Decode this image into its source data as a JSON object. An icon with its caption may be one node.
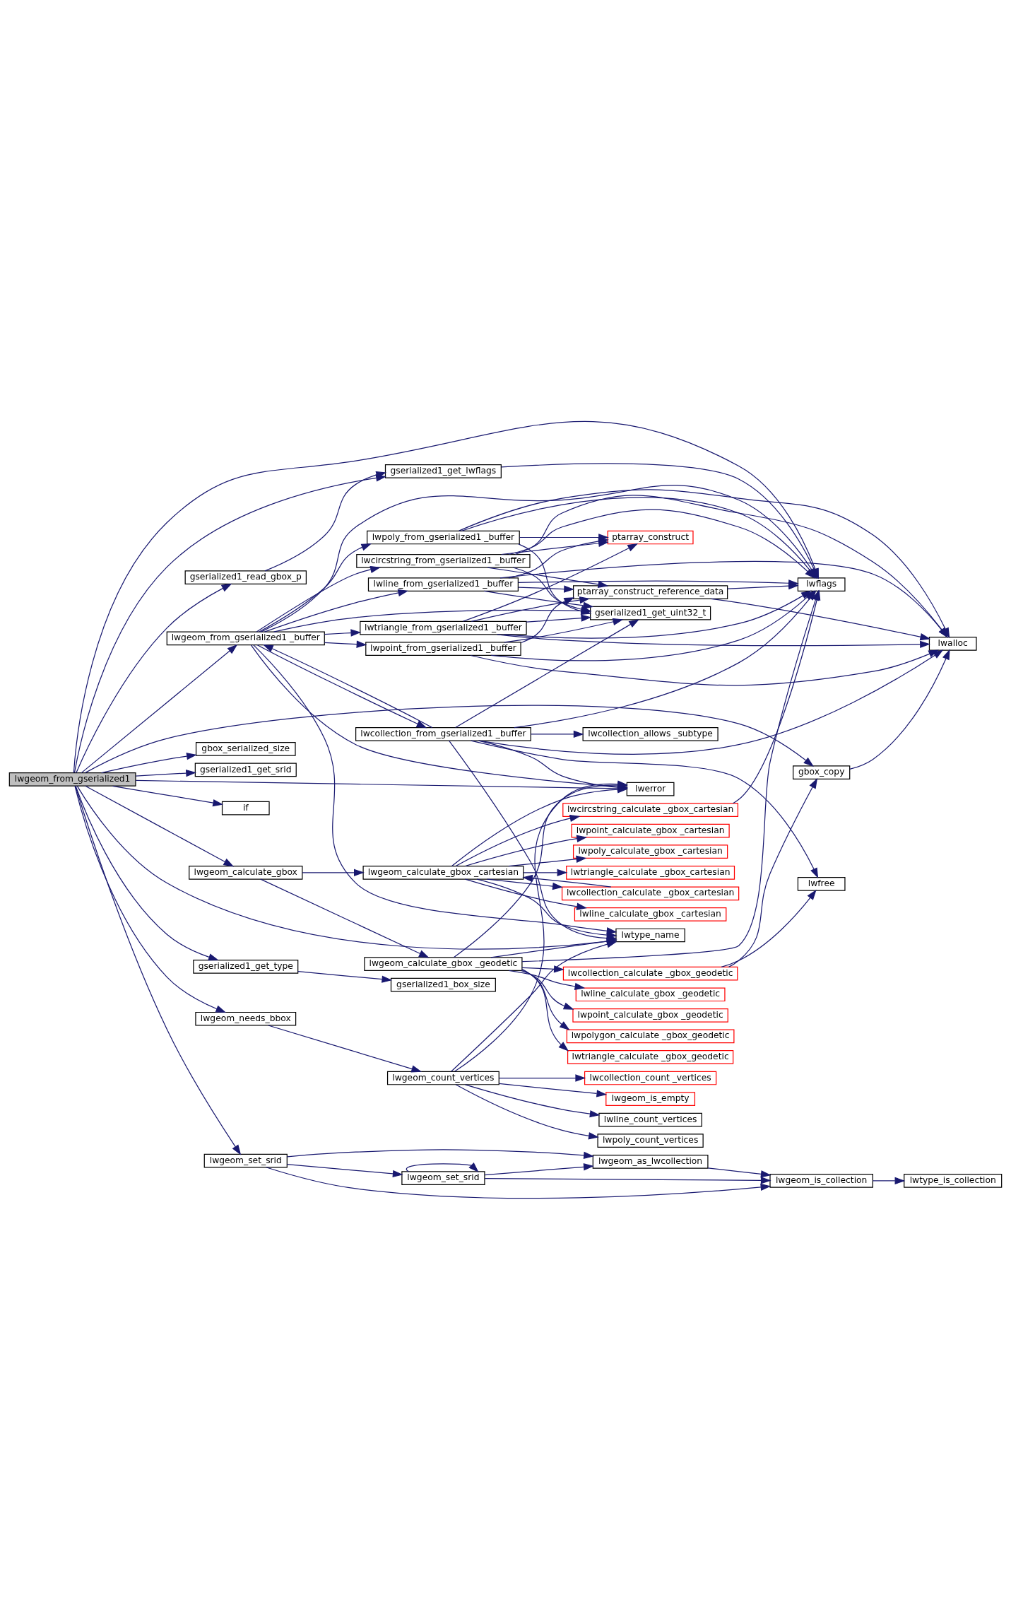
{
  "diagram": {
    "nodes": [
      {
        "text": [
          "lwgeom_from_gserialized1"
        ]
      },
      {
        "text": [
          "gserialized1_get_lwflags"
        ]
      },
      {
        "text": [
          "gserialized1_read_gbox_p"
        ]
      },
      {
        "text": [
          "lwgeom_from_gserialized1 _buffer"
        ]
      },
      {
        "text": [
          "lwgeom_calculate_gbox"
        ]
      },
      {
        "text": [
          "lwgeom_needs_bbox"
        ]
      },
      {
        "text": [
          "gbox_serialized_size"
        ]
      },
      {
        "text": [
          "gserialized1_get_srid"
        ]
      },
      {
        "text": [
          "gserialized1_get_type"
        ]
      },
      {
        "text": [
          "if"
        ]
      },
      {
        "text": [
          "lwgeom_set_srid"
        ]
      },
      {
        "text": [
          "lwcircstring_from_gserialized1 _buffer"
        ]
      },
      {
        "text": [
          "lwline_from_gserialized1 _buffer"
        ]
      },
      {
        "text": [
          "lwpoint_from_gserialized1 _buffer"
        ]
      },
      {
        "text": [
          "lwtriangle_from_gserialized1 _buffer"
        ]
      },
      {
        "text": [
          "lwpoly_from_gserialized1 _buffer"
        ]
      },
      {
        "text": [
          "lwcollection_from_gserialized1 _buffer"
        ]
      },
      {
        "text": [
          "lwgeom_calculate_gbox _cartesian"
        ]
      },
      {
        "text": [
          "lwgeom_calculate_gbox _geodetic"
        ]
      },
      {
        "text": [
          "lwgeom_count_vertices"
        ]
      },
      {
        "text": [
          "gserialized1_box_size"
        ]
      },
      {
        "text": [
          "lwgeom_set_srid"
        ]
      },
      {
        "text": [
          "ptarray_construct"
        ]
      },
      {
        "text": [
          "ptarray_construct_reference_data"
        ]
      },
      {
        "text": [
          "gserialized1_get_uint32_t"
        ]
      },
      {
        "text": [
          "lwflags"
        ]
      },
      {
        "text": [
          "lwalloc"
        ]
      },
      {
        "text": [
          "lwcollection_allows _subtype"
        ]
      },
      {
        "text": [
          "lwerror"
        ]
      },
      {
        "text": [
          "lwtype_name"
        ]
      },
      {
        "text": [
          "lwfree"
        ]
      },
      {
        "text": [
          "lwcircstring_calculate _gbox_cartesian"
        ]
      },
      {
        "text": [
          "lwpoint_calculate_gbox _cartesian"
        ]
      },
      {
        "text": [
          "lwpoly_calculate_gbox _cartesian"
        ]
      },
      {
        "text": [
          "lwtriangle_calculate _gbox_cartesian"
        ]
      },
      {
        "text": [
          "lwcollection_calculate _gbox_cartesian"
        ]
      },
      {
        "text": [
          "lwline_calculate_gbox _cartesian"
        ]
      },
      {
        "text": [
          "lwcollection_calculate _gbox_geodetic"
        ]
      },
      {
        "text": [
          "lwline_calculate_gbox _geodetic"
        ]
      },
      {
        "text": [
          "lwpoint_calculate_gbox _geodetic"
        ]
      },
      {
        "text": [
          "lwpolygon_calculate _gbox_geodetic"
        ]
      },
      {
        "text": [
          "lwtriangle_calculate _gbox_geodetic"
        ]
      },
      {
        "text": [
          "gbox_copy"
        ]
      },
      {
        "text": [
          "lwline_count_vertices"
        ]
      },
      {
        "text": [
          "lwpoly_count_vertices"
        ]
      },
      {
        "text": [
          "lwcollection_count _vertices"
        ]
      },
      {
        "text": [
          "lwgeom_is_empty"
        ]
      },
      {
        "text": [
          "lwgeom_is_collection"
        ]
      },
      {
        "text": [
          "lwtype_is_collection"
        ]
      },
      {
        "text": [
          "lwgeom_as_lwcollection"
        ]
      }
    ],
    "edges": [
      {
        "from": 0,
        "to": 1,
        "arrow": "to"
      },
      {
        "from": 0,
        "to": 2,
        "arrow": "to"
      },
      {
        "from": 0,
        "to": 25,
        "arrow": "to"
      },
      {
        "from": 0,
        "to": 3,
        "arrow": "to"
      },
      {
        "from": 0,
        "to": 28,
        "arrow": "to"
      },
      {
        "from": 0,
        "to": 29,
        "arrow": "to"
      },
      {
        "from": 0,
        "to": 4,
        "arrow": "to"
      },
      {
        "from": 0,
        "to": 42,
        "arrow": "to"
      },
      {
        "from": 0,
        "to": 5,
        "arrow": "to"
      },
      {
        "from": 0,
        "to": 6,
        "arrow": "to"
      },
      {
        "from": 0,
        "to": 7,
        "arrow": "to"
      },
      {
        "from": 0,
        "to": 8,
        "arrow": "to"
      },
      {
        "from": 0,
        "to": 9,
        "arrow": "to"
      },
      {
        "from": 0,
        "to": 10,
        "arrow": "to"
      },
      {
        "from": 2,
        "to": 1,
        "arrow": "to"
      },
      {
        "from": 1,
        "to": 25,
        "arrow": "to"
      },
      {
        "from": 3,
        "to": 11,
        "arrow": "to"
      },
      {
        "from": 3,
        "to": 12,
        "arrow": "to"
      },
      {
        "from": 3,
        "to": 13,
        "arrow": "to"
      },
      {
        "from": 3,
        "to": 24,
        "arrow": "to"
      },
      {
        "from": 3,
        "to": 14,
        "arrow": "to"
      },
      {
        "from": 3,
        "to": 15,
        "arrow": "to"
      },
      {
        "from": 3,
        "to": 25,
        "arrow": "to"
      },
      {
        "from": 3,
        "to": 16,
        "arrow": "to"
      },
      {
        "from": 3,
        "to": 28,
        "arrow": "to"
      },
      {
        "from": 3,
        "to": 29,
        "arrow": "to"
      },
      {
        "from": 16,
        "to": 3,
        "arrow": "to"
      },
      {
        "from": 11,
        "to": 22,
        "arrow": "to"
      },
      {
        "from": 11,
        "to": 23,
        "arrow": "to"
      },
      {
        "from": 11,
        "to": 24,
        "arrow": "to"
      },
      {
        "from": 11,
        "to": 25,
        "arrow": "to"
      },
      {
        "from": 11,
        "to": 26,
        "arrow": "to"
      },
      {
        "from": 12,
        "to": 22,
        "arrow": "to"
      },
      {
        "from": 12,
        "to": 23,
        "arrow": "to"
      },
      {
        "from": 12,
        "to": 24,
        "arrow": "to"
      },
      {
        "from": 12,
        "to": 25,
        "arrow": "to"
      },
      {
        "from": 12,
        "to": 26,
        "arrow": "to"
      },
      {
        "from": 13,
        "to": 23,
        "arrow": "to"
      },
      {
        "from": 13,
        "to": 24,
        "arrow": "to"
      },
      {
        "from": 13,
        "to": 25,
        "arrow": "to"
      },
      {
        "from": 13,
        "to": 26,
        "arrow": "to"
      },
      {
        "from": 14,
        "to": 22,
        "arrow": "to"
      },
      {
        "from": 14,
        "to": 23,
        "arrow": "to"
      },
      {
        "from": 14,
        "to": 24,
        "arrow": "to"
      },
      {
        "from": 14,
        "to": 25,
        "arrow": "to"
      },
      {
        "from": 14,
        "to": 26,
        "arrow": "to"
      },
      {
        "from": 15,
        "to": 22,
        "arrow": "to"
      },
      {
        "from": 15,
        "to": 24,
        "arrow": "to"
      },
      {
        "from": 15,
        "to": 25,
        "arrow": "to"
      },
      {
        "from": 15,
        "to": 26,
        "arrow": "to"
      },
      {
        "from": 16,
        "to": 24,
        "arrow": "to"
      },
      {
        "from": 16,
        "to": 25,
        "arrow": "to"
      },
      {
        "from": 16,
        "to": 27,
        "arrow": "to"
      },
      {
        "from": 16,
        "to": 26,
        "arrow": "to"
      },
      {
        "from": 16,
        "to": 28,
        "arrow": "to"
      },
      {
        "from": 16,
        "to": 29,
        "arrow": "to"
      },
      {
        "from": 16,
        "to": 30,
        "arrow": "to"
      },
      {
        "from": 23,
        "to": 25,
        "arrow": "to"
      },
      {
        "from": 23,
        "to": 26,
        "arrow": "to"
      },
      {
        "from": 4,
        "to": 17,
        "arrow": "to"
      },
      {
        "from": 4,
        "to": 18,
        "arrow": "to"
      },
      {
        "from": 17,
        "to": 28,
        "arrow": "to"
      },
      {
        "from": 17,
        "to": 29,
        "arrow": "to"
      },
      {
        "from": 17,
        "to": 31,
        "arrow": "to"
      },
      {
        "from": 17,
        "to": 32,
        "arrow": "to"
      },
      {
        "from": 17,
        "to": 33,
        "arrow": "to"
      },
      {
        "from": 17,
        "to": 34,
        "arrow": "to"
      },
      {
        "from": 17,
        "to": 35,
        "arrow": "to"
      },
      {
        "from": 17,
        "to": 36,
        "arrow": "to"
      },
      {
        "from": 35,
        "to": 17,
        "arrow": "to"
      },
      {
        "from": 31,
        "to": 25,
        "arrow": "to"
      },
      {
        "from": 18,
        "to": 25,
        "arrow": "to"
      },
      {
        "from": 18,
        "to": 28,
        "arrow": "to"
      },
      {
        "from": 18,
        "to": 29,
        "arrow": "to"
      },
      {
        "from": 18,
        "to": 37,
        "arrow": "to"
      },
      {
        "from": 18,
        "to": 38,
        "arrow": "to"
      },
      {
        "from": 18,
        "to": 39,
        "arrow": "to"
      },
      {
        "from": 18,
        "to": 40,
        "arrow": "to"
      },
      {
        "from": 18,
        "to": 41,
        "arrow": "to"
      },
      {
        "from": 37,
        "to": 42,
        "arrow": "to"
      },
      {
        "from": 37,
        "to": 30,
        "arrow": "to"
      },
      {
        "from": 42,
        "to": 26,
        "arrow": "to"
      },
      {
        "from": 5,
        "to": 19,
        "arrow": "to"
      },
      {
        "from": 19,
        "to": 28,
        "arrow": "to"
      },
      {
        "from": 19,
        "to": 29,
        "arrow": "to"
      },
      {
        "from": 19,
        "to": 43,
        "arrow": "to"
      },
      {
        "from": 19,
        "to": 44,
        "arrow": "to"
      },
      {
        "from": 19,
        "to": 45,
        "arrow": "to"
      },
      {
        "from": 19,
        "to": 46,
        "arrow": "to"
      },
      {
        "from": 8,
        "to": 20,
        "arrow": "to"
      },
      {
        "from": 10,
        "to": 47,
        "arrow": "to"
      },
      {
        "from": 10,
        "to": 21,
        "arrow": "to"
      },
      {
        "from": 10,
        "to": 49,
        "arrow": "to"
      },
      {
        "from": 21,
        "to": 21,
        "arrow": "to"
      },
      {
        "from": 21,
        "to": 47,
        "arrow": "to"
      },
      {
        "from": 21,
        "to": 49,
        "arrow": "to"
      },
      {
        "from": 49,
        "to": 47,
        "arrow": "to"
      },
      {
        "from": 47,
        "to": 48,
        "arrow": "to"
      }
    ]
  }
}
